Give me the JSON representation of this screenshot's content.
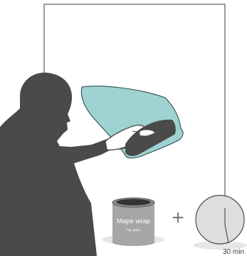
{
  "product": {
    "name": "Mape wrap",
    "subtitle": "HQ Ljeplo"
  },
  "operator": "+",
  "timer": {
    "label": "30 min"
  },
  "colors": {
    "figure": "#4a4a4a",
    "fabric": "#9fd3d2",
    "can": "#a6a6a6",
    "clock_face": "#dedede",
    "leader_line": "#3a3a3a"
  },
  "icons": {
    "person": "person-applying-wrap-icon",
    "fabric": "fabric-sheet-icon",
    "adhesive": "adhesive-can-icon",
    "timer": "clock-icon"
  }
}
